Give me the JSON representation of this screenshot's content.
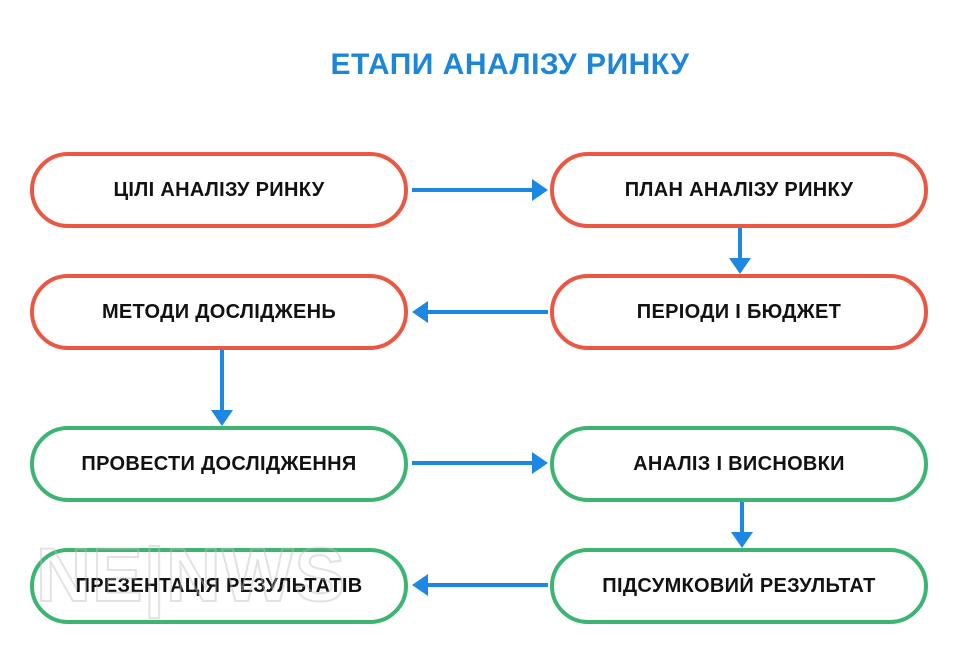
{
  "title": "ЕТАПИ АНАЛІЗУ РИНКУ",
  "colors": {
    "background": "#ffffff",
    "title_blue": "#1e86d8",
    "arrow_blue": "#1d87e4",
    "stage_red": "#ea5743",
    "stage_green": "#3cb572",
    "box_text": "#121212"
  },
  "boxes": [
    {
      "label": "ЦІЛІ АНАЛІЗУ РИНКУ",
      "group": "red"
    },
    {
      "label": "ПЛАН АНАЛІЗУ РИНКУ",
      "group": "red"
    },
    {
      "label": "МЕТОДИ ДОСЛІДЖЕНЬ",
      "group": "red"
    },
    {
      "label": "ПЕРІОДИ І БЮДЖЕТ",
      "group": "red"
    },
    {
      "label": "ПРОВЕСТИ ДОСЛІДЖЕННЯ",
      "group": "green"
    },
    {
      "label": "АНАЛІЗ І ВИСНОВКИ",
      "group": "green"
    },
    {
      "label": "ПРЕЗЕНТАЦІЯ РЕЗУЛЬТАТІВ",
      "group": "green"
    },
    {
      "label": "ПІДСУМКОВИЙ РЕЗУЛЬТАТ",
      "group": "green"
    }
  ],
  "arrows": [
    {
      "from": "ЦІЛІ АНАЛІЗУ РИНКУ",
      "to": "ПЛАН АНАЛІЗУ РИНКУ",
      "direction": "right"
    },
    {
      "from": "ПЛАН АНАЛІЗУ РИНКУ",
      "to": "ПЕРІОДИ І БЮДЖЕТ",
      "direction": "down"
    },
    {
      "from": "ПЕРІОДИ І БЮДЖЕТ",
      "to": "МЕТОДИ ДОСЛІДЖЕНЬ",
      "direction": "left"
    },
    {
      "from": "МЕТОДИ ДОСЛІДЖЕНЬ",
      "to": "ПРОВЕСТИ ДОСЛІДЖЕННЯ",
      "direction": "down"
    },
    {
      "from": "ПРОВЕСТИ ДОСЛІДЖЕННЯ",
      "to": "АНАЛІЗ І ВИСНОВКИ",
      "direction": "right"
    },
    {
      "from": "АНАЛІЗ І ВИСНОВКИ",
      "to": "ПІДСУМКОВИЙ РЕЗУЛЬТАТ",
      "direction": "down"
    },
    {
      "from": "ПІДСУМКОВИЙ РЕЗУЛЬТАТ",
      "to": "ПРЕЗЕНТАЦІЯ РЕЗУЛЬТАТІВ",
      "direction": "left"
    }
  ],
  "watermark": "NE|NWS"
}
